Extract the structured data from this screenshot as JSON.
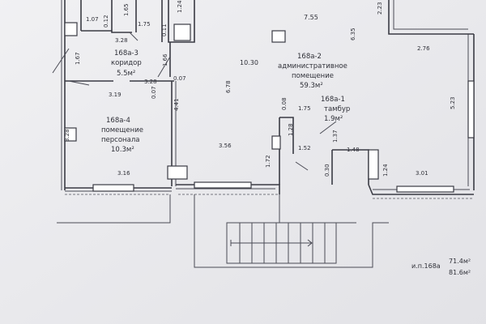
{
  "rooms": {
    "corridor": {
      "code": "168а-3",
      "name": "коридор",
      "area": "5.5м²"
    },
    "office": {
      "code": "168а-2",
      "name1": "административное",
      "name2": "помещение",
      "area": "59.3м²"
    },
    "vestibule": {
      "code": "168а-1",
      "name": "тамбур",
      "area": "1.9м²"
    },
    "staff": {
      "code": "168а-4",
      "name1": "помещение",
      "name2": "персонала",
      "area": "10.3м²"
    }
  },
  "dimensions": {
    "d1": "1.07",
    "d2": "0.12",
    "d3": "1.65",
    "d4": "1.75",
    "d5": "0.11",
    "d6": "1.24",
    "d7": "3.28",
    "d8": "1.67",
    "d9": "1.66",
    "d10": "3.28",
    "d11": "3.19",
    "d12": "0.07",
    "d13": "0.07",
    "d14": "4.41",
    "d15": "7.55",
    "d16": "6.35",
    "d17": "10.30",
    "d18": "6.78",
    "d19": "2.23",
    "d20": "2.76",
    "d21": "5.23",
    "d22": "3.28",
    "d23": "3.16",
    "d24": "3.56",
    "d25": "1.72",
    "d26": "0.08",
    "d27": "1.75",
    "d28": "1.28",
    "d29": "1.37",
    "d30": "1.52",
    "d31": "1.48",
    "d32": "0.30",
    "d33": "1.24",
    "d34": "3.01"
  },
  "totals": {
    "label": "и.п.168а",
    "area_main": "71.4м²",
    "area_total": "81.6м²"
  }
}
